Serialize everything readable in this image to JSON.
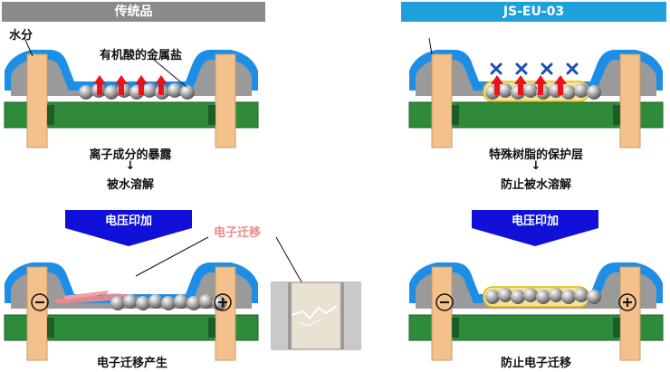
{
  "left_panel": {
    "header": "传统品",
    "water_label": "水分",
    "salt_label": "有机酸的金属盐",
    "caption_1": "离子成分的暴露",
    "arrow_down": "↓",
    "caption_2": "被水溶解",
    "voltage_label": "电压印加",
    "migration_label": "电子迁移",
    "result": "电子迁移产生",
    "minus_symbol": "⊖",
    "plus_symbol": "⊕"
  },
  "right_panel": {
    "header": "JS-EU-03",
    "caption_1": "特殊树脂的保护层",
    "arrow_down": "↓",
    "caption_2": "防止被水溶解",
    "voltage_label": "电压印加",
    "result": "防止电子迁移",
    "minus_symbol": "⊖",
    "plus_symbol": "⊕"
  },
  "colors": {
    "water_blue": "#1d8ee6",
    "board_green": "#2e8b3a",
    "pad_peach": "#f4c08c",
    "gray_layer": "#9a9a9a",
    "arrow_red": "#e8141a",
    "blocked_x": "#1a4fb4",
    "voltage_arrow": "#1010d8",
    "migration_pink": "#f08a8a",
    "resin_yellow": "#e8b800"
  },
  "icons": {
    "blocked": "x-mark-icon",
    "ion_up": "red-up-arrow-icon",
    "ball": "solder-ball-icon"
  }
}
